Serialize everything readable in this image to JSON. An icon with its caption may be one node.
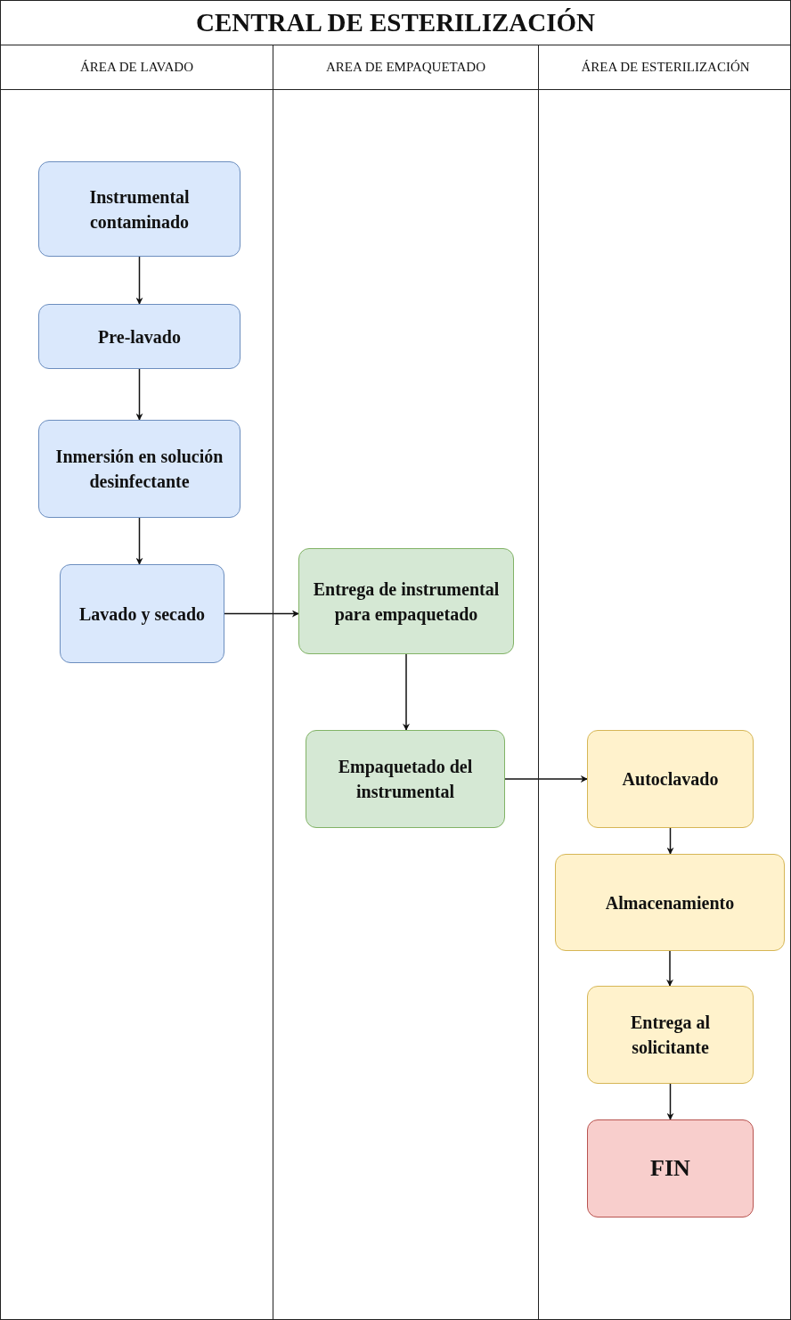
{
  "diagram": {
    "nodes": [
      {
        "text": [
          "CENTRAL DE ESTERILIZACIÓN"
        ]
      },
      {
        "text": [
          "ÁREA DE LAVADO"
        ],
        "in": 0
      },
      {
        "text": [
          "AREA DE EMPAQUETADO"
        ],
        "in": 0
      },
      {
        "text": [
          "ÁREA DE ESTERILIZACIÓN"
        ],
        "in": 0
      },
      {
        "text": [
          "Instrumental contaminado"
        ],
        "in": 1
      },
      {
        "text": [
          "Pre-lavado"
        ],
        "in": 1
      },
      {
        "text": [
          "Inmersión en solución desinfectante"
        ],
        "in": 1
      },
      {
        "text": [
          "Lavado y secado"
        ],
        "in": 1
      },
      {
        "text": [
          "Entrega de instrumental para empaquetado"
        ],
        "in": 2
      },
      {
        "text": [
          "Empaquetado del instrumental"
        ],
        "in": 2
      },
      {
        "text": [
          "Autoclavado"
        ],
        "in": 3
      },
      {
        "text": [
          "Almacenamiento"
        ],
        "in": 3
      },
      {
        "text": [
          "Entrega al solicitante"
        ],
        "in": 3
      },
      {
        "text": [
          "FIN"
        ],
        "in": 3
      }
    ],
    "edges": [
      {
        "from": 4,
        "to": 5,
        "arrow": "to"
      },
      {
        "from": 5,
        "to": 6,
        "arrow": "to"
      },
      {
        "from": 6,
        "to": 7,
        "arrow": "to"
      },
      {
        "from": 7,
        "to": 8,
        "arrow": "to"
      },
      {
        "from": 8,
        "to": 9,
        "arrow": "to"
      },
      {
        "from": 9,
        "to": 10,
        "arrow": "to"
      },
      {
        "from": 10,
        "to": 11,
        "arrow": "to"
      },
      {
        "from": 11,
        "to": 12,
        "arrow": "to"
      },
      {
        "from": 12,
        "to": 13,
        "arrow": "to"
      }
    ]
  }
}
